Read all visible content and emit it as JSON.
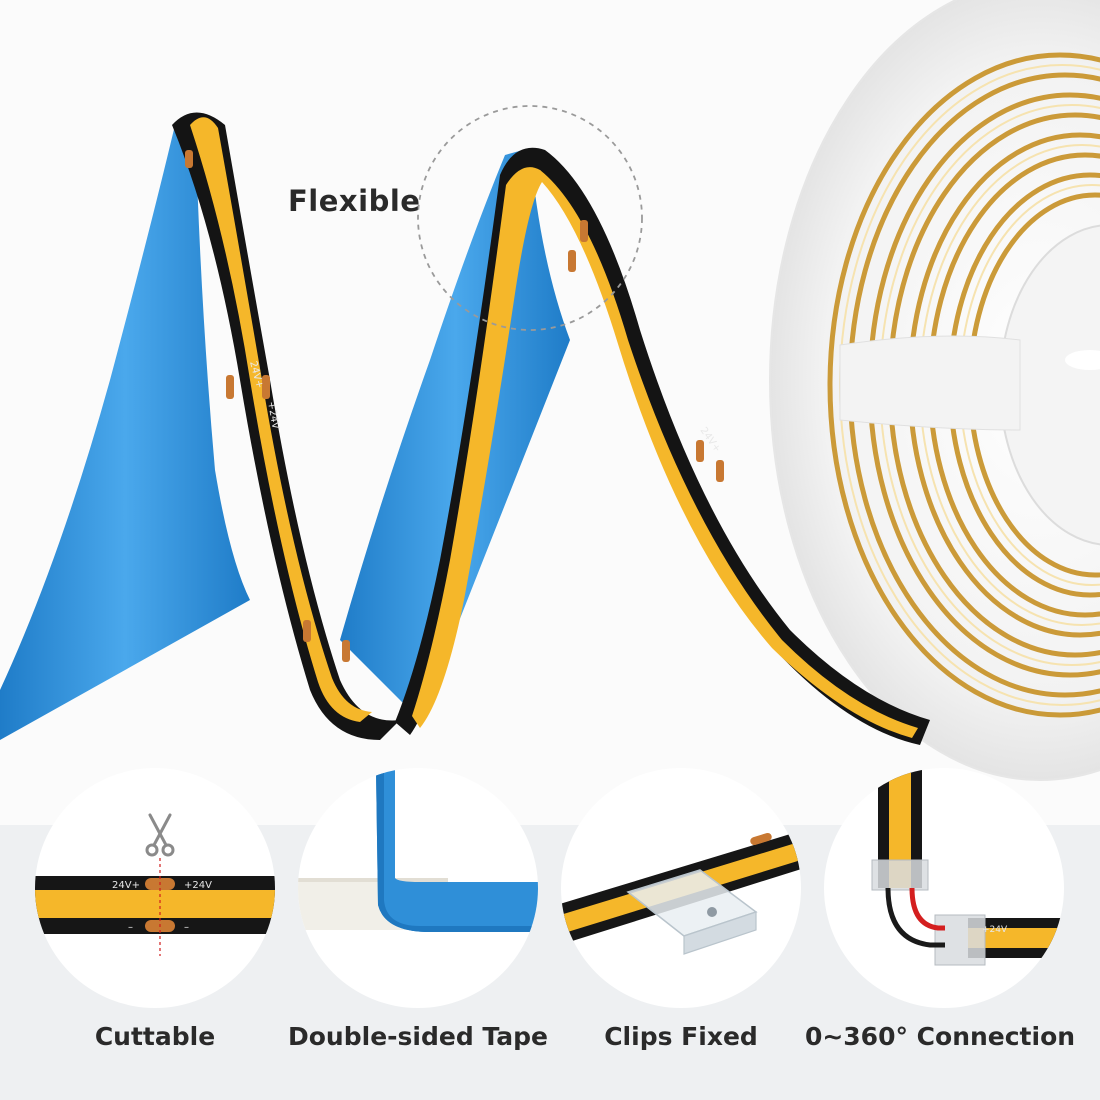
{
  "hero": {
    "flexible_label": "Flexible"
  },
  "features": [
    {
      "label": "Cuttable",
      "icon": "scissors-icon"
    },
    {
      "label": "Double-sided Tape",
      "icon": "tape-icon"
    },
    {
      "label": "Clips Fixed",
      "icon": "clip-icon"
    },
    {
      "label": "0~360° Connection",
      "icon": "connector-icon"
    }
  ],
  "strip_markings": {
    "positive": "24V+",
    "positive_alt": "+24V",
    "negative": "–"
  },
  "colors": {
    "led_amber": "#f5b72a",
    "strip_black": "#1a1a1a",
    "tape_blue": "#2f8fd8",
    "pad_copper": "#c87832",
    "background": "#fbfbfb",
    "footer_band": "#eef0f2"
  }
}
